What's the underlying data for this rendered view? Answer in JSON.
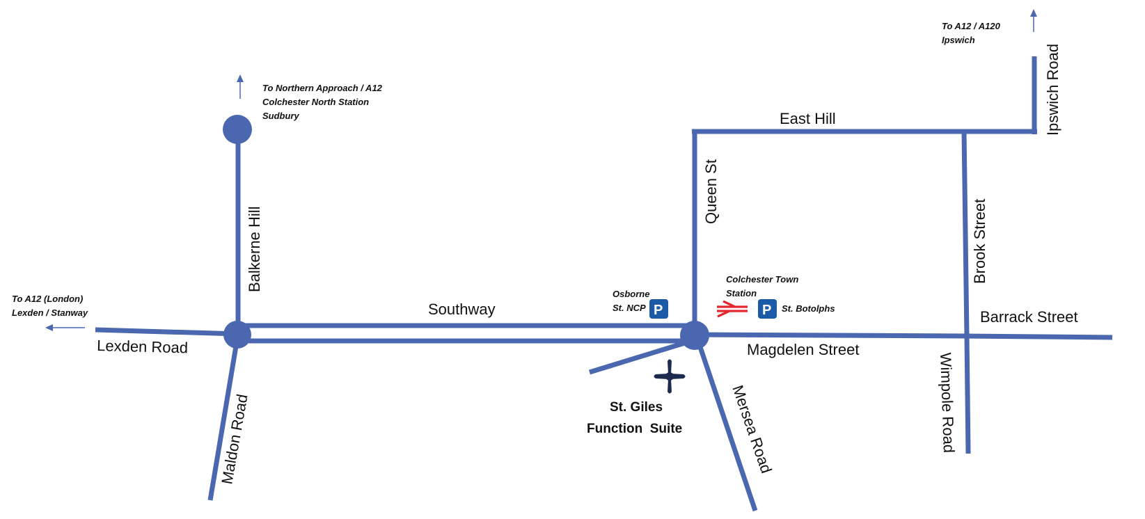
{
  "map": {
    "road_color": "#4a67b0",
    "rail_color": "#e3262e",
    "parking_color": "#1b5aa6",
    "roads": {
      "east_hill": "East Hill",
      "queen_st": "Queen St",
      "brook_street": "Brook Street",
      "ipswich_road": "Ipswich Road",
      "balkerne_hill": "Balkerne Hill",
      "southway": "Southway",
      "lexden_road": "Lexden Road",
      "maldon_road": "Maldon Road",
      "magdelen_street": "Magdelen Street",
      "barrack_street": "Barrack Street",
      "mersea_road": "Mersea Road",
      "wimpole_road": "Wimpole Road"
    },
    "destinations": {
      "north": [
        "To Northern Approach / A12",
        "Colchester North Station",
        "Sudbury"
      ],
      "ipswich": [
        "To A12 / A120",
        "Ipswich"
      ],
      "london": [
        "To A12 (London)",
        "Lexden / Stanway"
      ]
    },
    "points_of_interest": {
      "osborne_line1": "Osborne",
      "osborne_line2": "St. NCP",
      "station_line1": "Colchester Town",
      "station_line2": "Station",
      "st_botolphs": "St. Botolphs",
      "parking_letter": "P"
    },
    "venue": {
      "line1": "St. Giles",
      "line2": "Function  Suite",
      "icon": "cross-icon"
    }
  }
}
